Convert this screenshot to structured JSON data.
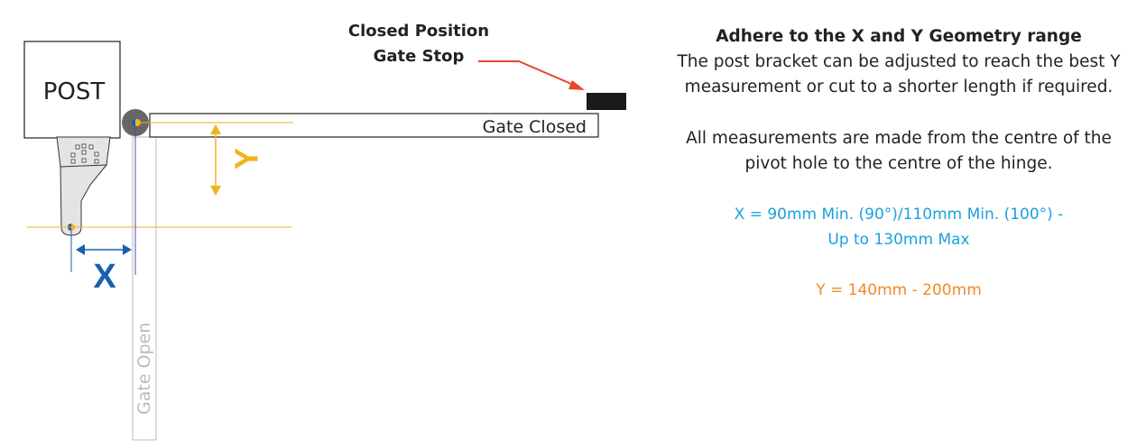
{
  "diagram": {
    "post_label": "POST",
    "gate_closed_label": "Gate Closed",
    "gate_open_label": "Gate Open",
    "gate_stop_label": [
      "Closed Position",
      "Gate Stop"
    ],
    "x_label": "X",
    "y_label": "Y"
  },
  "notes": {
    "title": "Adhere to the X and Y Geometry range",
    "paragraph1": [
      "The post bracket can be adjusted to reach the best Y",
      "measurement or cut to a shorter length if required."
    ],
    "paragraph2": [
      "All measurements are made from the centre of the",
      "pivot hole to the centre of the hinge."
    ],
    "x_range": [
      "X = 90mm Min. (90°)/110mm Min. (100°) -",
      "Up to 130mm Max"
    ],
    "y_range": "Y = 140mm - 200mm"
  },
  "colors": {
    "x_blue": "#1a5fb0",
    "x_text": "#1aa0e0",
    "y_yellow": "#f2b21a",
    "y_text": "#f08a24",
    "arrow_red": "#e8452c"
  }
}
